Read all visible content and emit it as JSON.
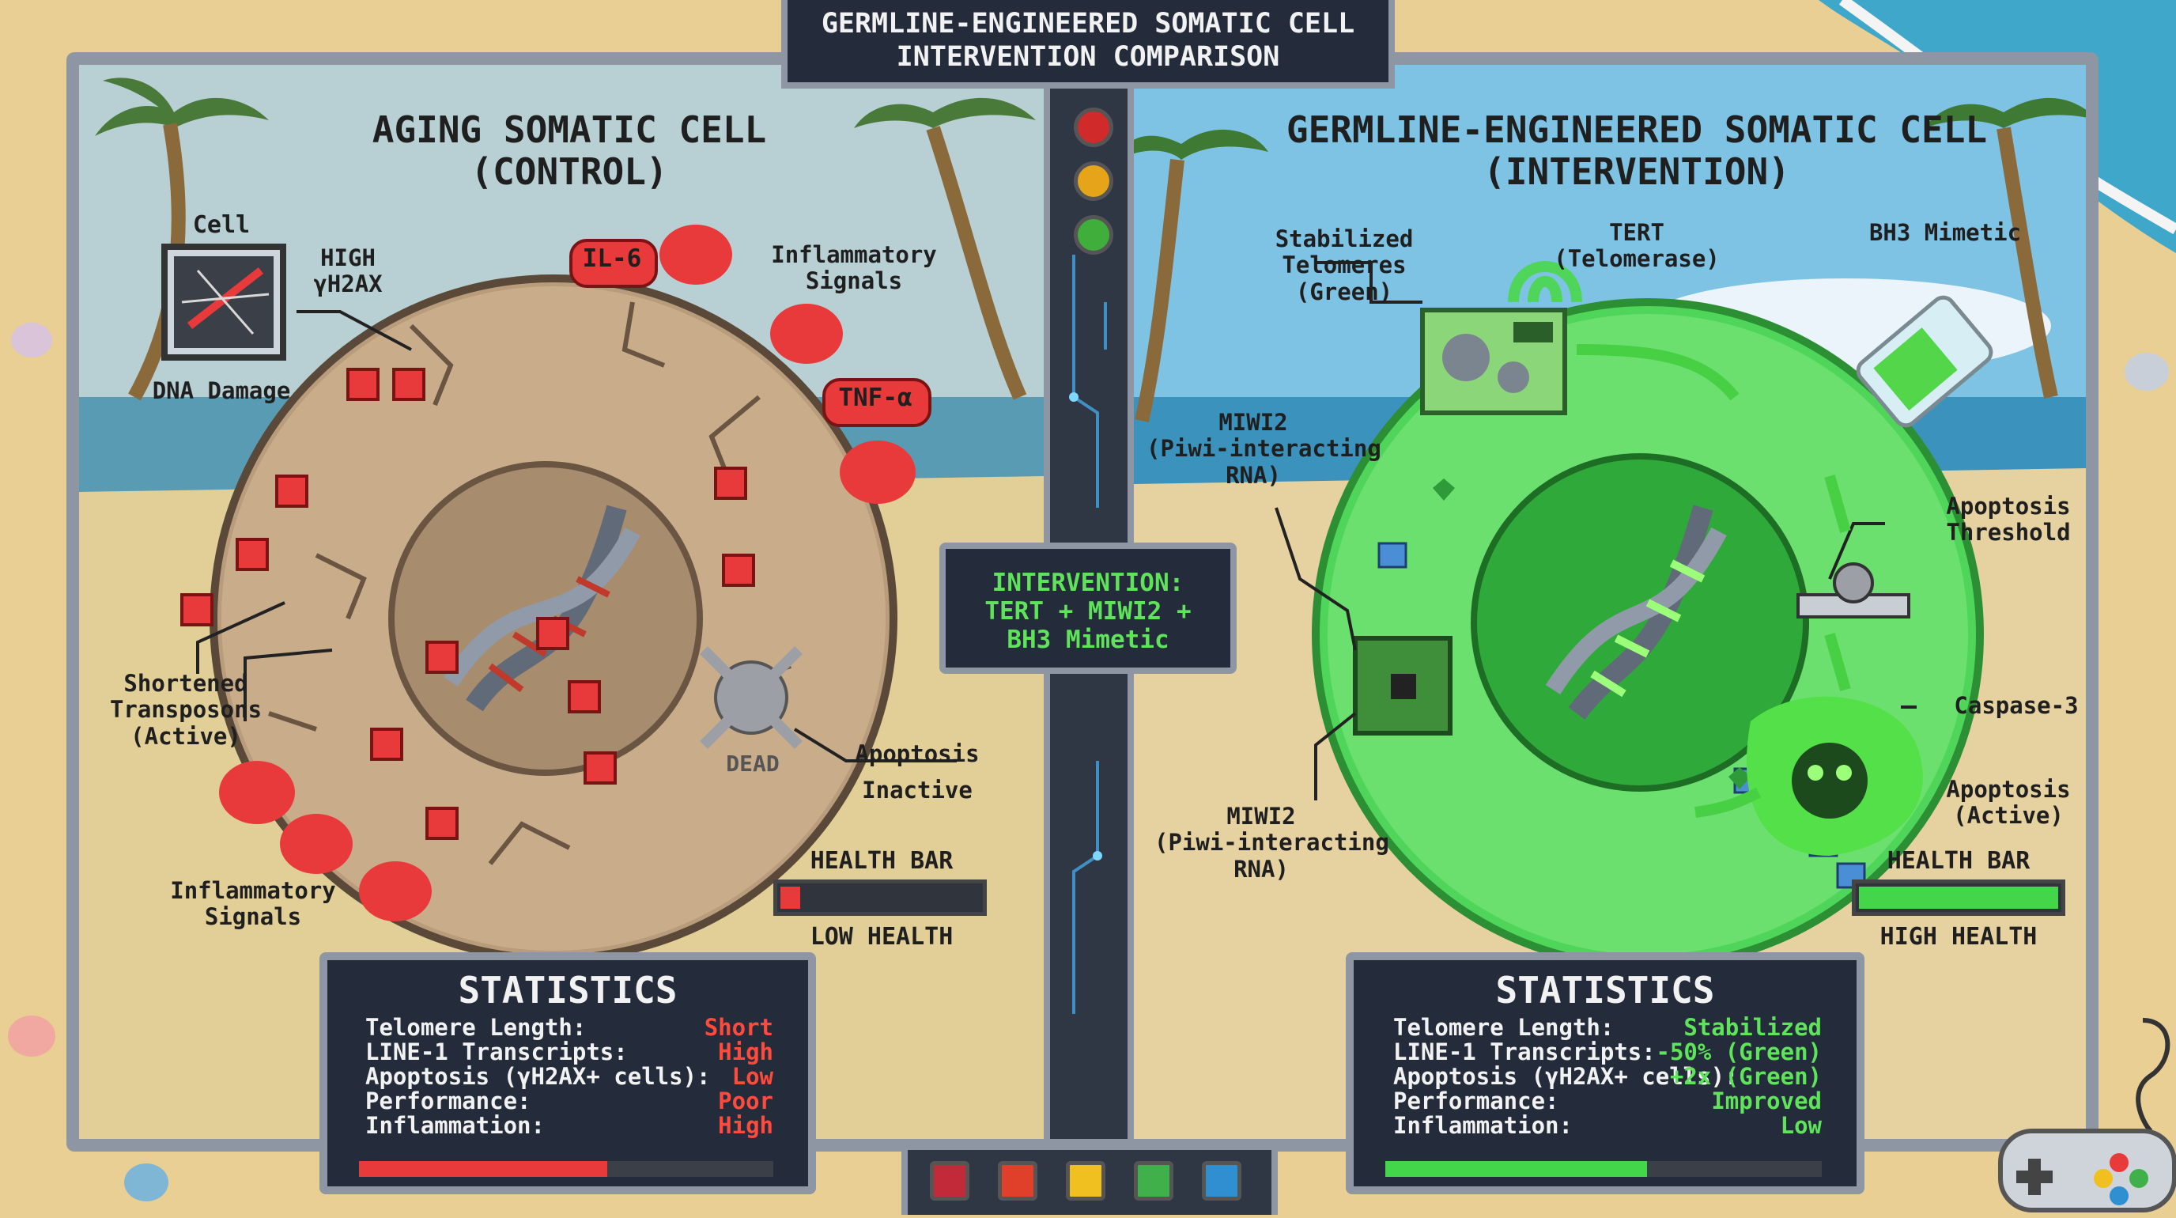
{
  "header": {
    "title_line1": "GERMLINE-ENGINEERED SOMATIC CELL",
    "title_line2": "INTERVENTION COMPARISON"
  },
  "left_panel": {
    "title_line1": "AGING SOMATIC CELL",
    "title_line2": "(CONTROL)",
    "cell_label": "Cell",
    "high_h2ax_line1": "HIGH",
    "high_h2ax_line2": "γH2AX",
    "dna_damage": "DNA Damage",
    "il6": "IL-6",
    "tnf": "TNF-α",
    "inflammatory_top_line1": "Inflammatory",
    "inflammatory_top_line2": "Signals",
    "inflammatory_bottom_line1": "Inflammatory",
    "inflammatory_bottom_line2": "Signals",
    "shortened_line1": "Shortened",
    "shortened_line2": "Transposons",
    "shortened_line3": "(Active)",
    "dead_label": "DEAD",
    "apoptosis_line1": "Apoptosis",
    "apoptosis_line2": "Inactive",
    "health_bar_label": "HEALTH BAR",
    "health_bar_status": "LOW HEALTH",
    "health_level": 0.1
  },
  "center": {
    "intervention_line1": "INTERVENTION:",
    "intervention_line2": "TERT + MIWI2 +",
    "intervention_line3": "BH3 Mimetic"
  },
  "right_panel": {
    "title_line1": "GERMLINE-ENGINEERED SOMATIC CELL",
    "title_line2": "(INTERVENTION)",
    "stabilized_line1": "Stabilized",
    "stabilized_line2": "Telomeres",
    "stabilized_line3": "(Green)",
    "tert_line1": "TERT",
    "tert_line2": "(Telomerase)",
    "bh3": "BH3 Mimetic",
    "miwi2_top_line1": "MIWI2",
    "miwi2_top_line2": "(Piwi-interacting",
    "miwi2_top_line3": "RNA)",
    "miwi2_bottom_line1": "MIWI2",
    "miwi2_bottom_line2": "(Piwi-interacting",
    "miwi2_bottom_line3": "RNA)",
    "apoptosis_threshold_line1": "Apoptosis",
    "apoptosis_threshold_line2": "Threshold",
    "caspase": "Caspase-3",
    "apoptosis_active_line1": "Apoptosis",
    "apoptosis_active_line2": "(Active)",
    "health_bar_label": "HEALTH BAR",
    "health_bar_status": "HIGH HEALTH",
    "health_level": 1.0
  },
  "stats_left": {
    "title": "STATISTICS",
    "rows": [
      {
        "label": "Telomere Length:",
        "value": "Short"
      },
      {
        "label": "LINE-1 Transcripts:",
        "value": "High"
      },
      {
        "label": "Apoptosis (γH2AX+ cells):",
        "value": "Low"
      },
      {
        "label": "Performance:",
        "value": "Poor"
      },
      {
        "label": "Inflammation:",
        "value": "High"
      }
    ],
    "value_color": "#ff4a3c",
    "bar_level": 0.6
  },
  "stats_right": {
    "title": "STATISTICS",
    "rows": [
      {
        "label": "Telomere Length:",
        "value": "Stabilized"
      },
      {
        "label": "LINE-1 Transcripts:",
        "value": "-50% (Green)"
      },
      {
        "label": "Apoptosis (γH2AX+ cells):",
        "value": "+2x (Green)"
      },
      {
        "label": "Performance:",
        "value": "Improved"
      },
      {
        "label": "Inflammation:",
        "value": "Low"
      }
    ],
    "value_color": "#5fe35a",
    "bar_level": 0.6
  },
  "colors": {
    "frame": "#8e95a3",
    "dark_panel": "#222a38",
    "red": "#e83a3a",
    "green": "#43d64a",
    "sand": "#e9cf93"
  },
  "icons": [
    "skull-icon",
    "dna-helix-icon",
    "gear-icon",
    "lock-icon",
    "heart-icon",
    "bottle-icon",
    "chip-icon",
    "controller-icon",
    "palm-tree-icon",
    "seashell-icon"
  ]
}
